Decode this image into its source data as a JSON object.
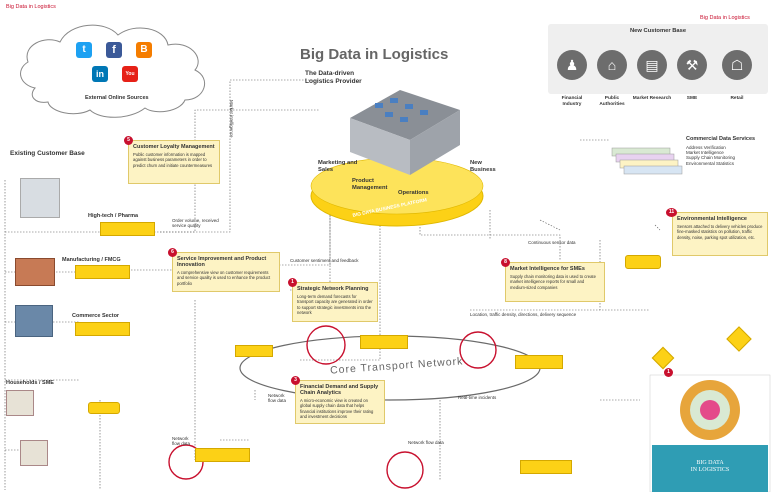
{
  "header": {
    "corner_left": "Big Data in Logistics",
    "corner_right": "Big Data in Logistics",
    "title": "Big Data in Logistics",
    "subtitle_line1": "The Data-driven",
    "subtitle_line2": "Logistics Provider"
  },
  "online_sources": {
    "label": "External Online Sources"
  },
  "customer_base": {
    "existing_title": "Existing Customer Base",
    "new_title": "New Customer Base",
    "segments": [
      {
        "label": "High-tech / Pharma"
      },
      {
        "label": "Manufacturing / FMCG"
      },
      {
        "label": "Commerce Sector"
      },
      {
        "label": "Households / SME"
      }
    ],
    "new_segments": [
      {
        "label": "Financial Industry"
      },
      {
        "label": "Public Authorities"
      },
      {
        "label": "Market Research"
      },
      {
        "label": "SME"
      },
      {
        "label": "Retail"
      }
    ]
  },
  "platform": {
    "label": "BIG DATA BUSINESS PLATFORM",
    "marketing": "Marketing and Sales",
    "product": "Product Management",
    "operations": "Operations",
    "new_business": "New Business"
  },
  "commercial": {
    "title": "Commercial Data Services",
    "items": [
      "Address Verification",
      "Market Intelligence",
      "Supply Chain Monitoring",
      "Environmental Statistics"
    ]
  },
  "boxes": [
    {
      "num": "5",
      "title": "Customer Loyalty Management",
      "text": "Public customer information is mapped against business parameters in order to predict churn and initiate countermeasures"
    },
    {
      "num": "6",
      "title": "Service Improvement and Product Innovation",
      "text": "A comprehensive view on customer requirements and service quality is used to enhance the product portfolio"
    },
    {
      "num": "1",
      "title": "Strategic Network Planning",
      "text": "Long-term demand forecasts for transport capacity are generated in order to support strategic investments into the network"
    },
    {
      "num": "3",
      "title": "Financial Demand and Supply Chain Analytics",
      "text": "A micro-economic view is created on global supply chain data that helps financial institutions improve their rating and investment decisions"
    },
    {
      "num": "8",
      "title": "Market Intelligence for SMEs",
      "text": "Supply chain monitoring data is used to create market intelligence reports for small and medium-sized companies"
    },
    {
      "num": "11",
      "title": "Environmental Intelligence",
      "text": "Sensors attached to delivery vehicles produce fine-masked statistics on pollution, traffic density, noise, parking spot utilization, etc."
    }
  ],
  "labels": {
    "order_volume": "Order volume, received service quality",
    "sentiment": "Customer sentiment and feedback",
    "continuous_sensor": "Continuous sensor data",
    "location_traffic": "Location, traffic density, directions, delivery sequence",
    "network_flow_1": "Network flow data",
    "network_flow_2": "Network flow data",
    "network_flow_3": "Network flow data",
    "real_time": "Real-time incidents",
    "market_intel_vert": "Market intelligence",
    "core_network": "Core Transport Network"
  },
  "book": {
    "num": "1",
    "title_line1": "BIG DATA",
    "title_line2": "IN LOGISTICS"
  }
}
